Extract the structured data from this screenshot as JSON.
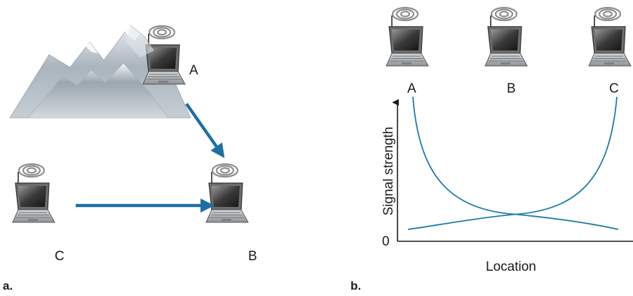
{
  "panel_a": {
    "panel_label": "a.",
    "nodes": {
      "a": "A",
      "b": "B",
      "c": "C"
    }
  },
  "panel_b": {
    "panel_label": "b.",
    "nodes": {
      "a": "A",
      "b": "B",
      "c": "C"
    },
    "chart": {
      "ylabel": "Signal strength",
      "xlabel": "Location",
      "origin_label": "0"
    }
  },
  "colors": {
    "arrow": "#1d6fa5",
    "curve": "#1f7ba6",
    "axis": "#1a1a1a"
  },
  "icons": [
    "mountain-icon",
    "laptop-icon",
    "wireless-signal-icon"
  ]
}
